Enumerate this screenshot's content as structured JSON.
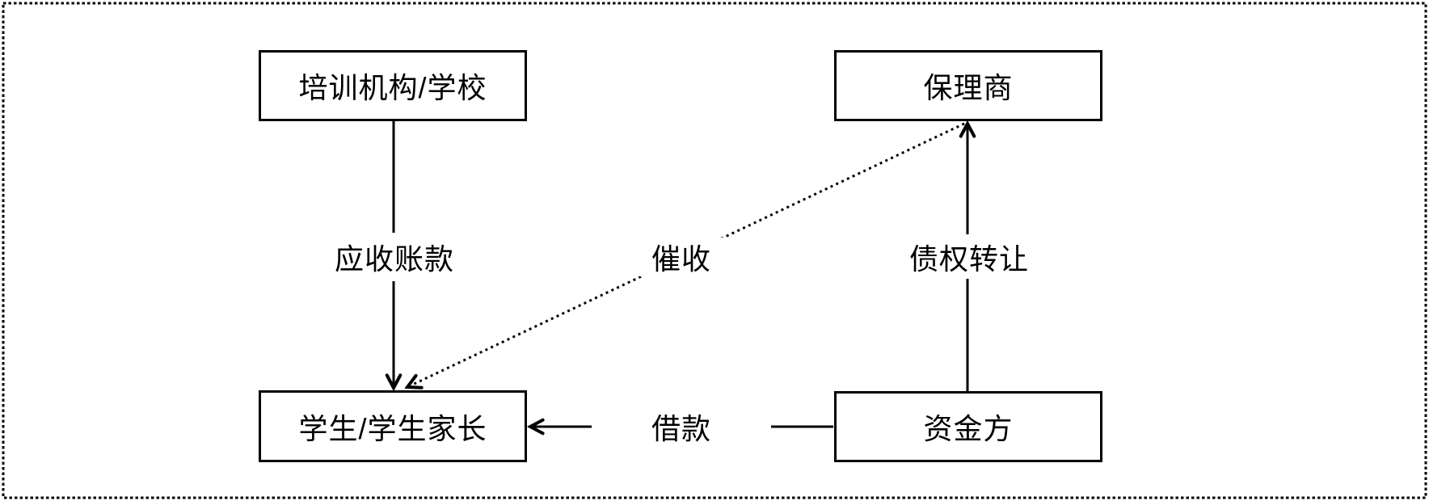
{
  "diagram": {
    "title": "",
    "colors": {
      "line": "#000000",
      "text": "#000000",
      "background": "#ffffff"
    },
    "nodes": [
      {
        "id": "training-org",
        "label": "培训机构/学校"
      },
      {
        "id": "factor",
        "label": "保理商"
      },
      {
        "id": "students",
        "label": "学生/学生家长"
      },
      {
        "id": "funder",
        "label": "资金方"
      }
    ],
    "edges": [
      {
        "id": "receivables",
        "label": "应收账款",
        "from": "training-org",
        "to": "students",
        "style": "solid",
        "direction": "down"
      },
      {
        "id": "collection",
        "label": "催收",
        "from": "factor",
        "to": "students",
        "style": "dotted",
        "direction": "diagonal-down-left"
      },
      {
        "id": "debt-transfer",
        "label": "债权转让",
        "from": "funder",
        "to": "factor",
        "style": "solid",
        "direction": "up"
      },
      {
        "id": "loan",
        "label": "借款",
        "from": "funder",
        "to": "students",
        "style": "solid",
        "direction": "left"
      }
    ]
  }
}
